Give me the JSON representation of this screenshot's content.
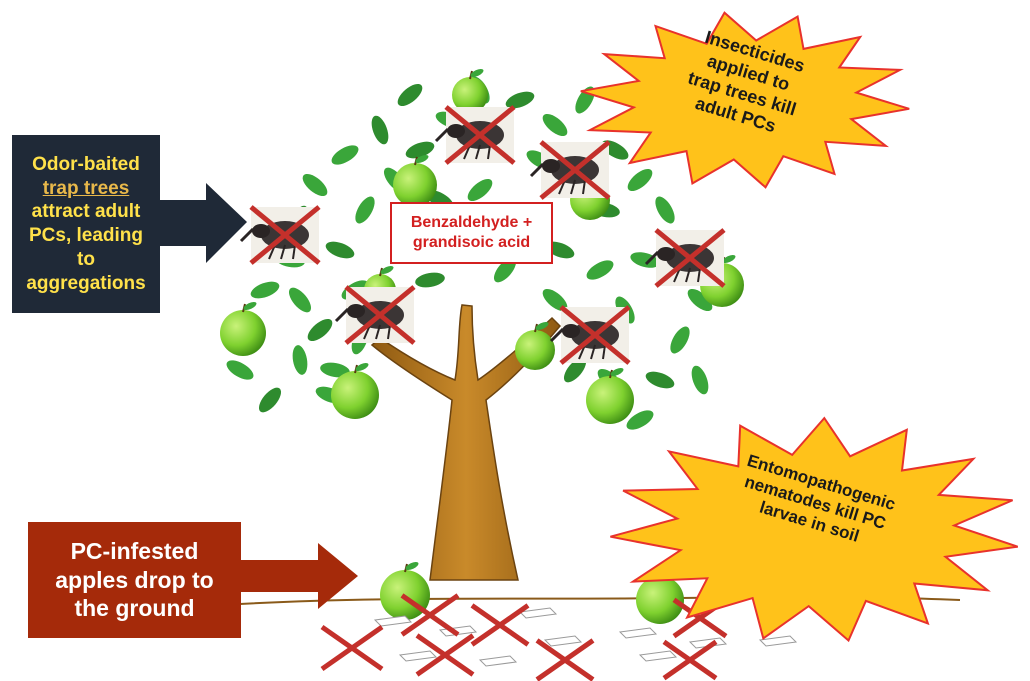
{
  "labels": {
    "odor_line1": "Odor-baited",
    "odor_line2": "trap trees",
    "odor_line3": "attract adult",
    "odor_line4": "PCs, leading",
    "odor_line5": "to",
    "odor_line6": "aggregations",
    "pheromone_line1": "Benzaldehyde +",
    "pheromone_line2": "grandisoic acid",
    "insecticide_line1": "Insecticides",
    "insecticide_line2": "applied to",
    "insecticide_line3": "trap trees kill",
    "insecticide_line4": "adult PCs",
    "pc_line1": "PC-infested",
    "pc_line2": "apples drop to",
    "pc_line3": "the ground",
    "nematode_line1": "Entomopathogenic",
    "nematode_line2": "nematodes kill PC",
    "nematode_line3": "larvae in soil"
  },
  "colors": {
    "odor_box": "#1f2937",
    "odor_text": "#ffe14a",
    "odor_arrow": "#1f2937",
    "pc_box": "#a52a0a",
    "pc_arrow": "#a52a0a",
    "burst_fill": "#ffc21a",
    "burst_stroke": "#e8322c",
    "red_x": "#c4302b",
    "leaf": "#3aa63a",
    "apple": "#7fd12f",
    "trunk": "#b5791d",
    "pheromone_text": "#d32020"
  },
  "icons": [
    "weevil-icon",
    "apple-icon",
    "leaf-icon",
    "cross-mark-icon"
  ]
}
